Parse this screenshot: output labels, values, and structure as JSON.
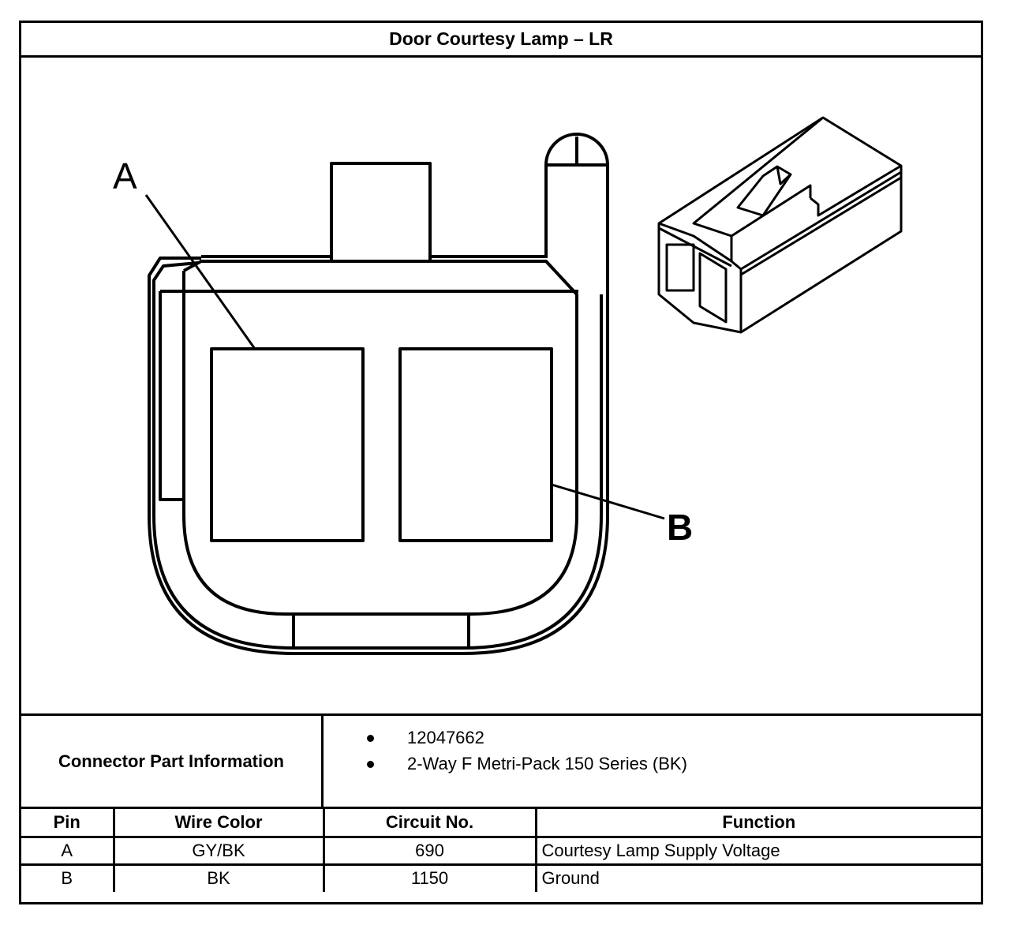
{
  "title": "Door Courtesy Lamp – LR",
  "diagram": {
    "pin_labels": [
      "A",
      "B"
    ],
    "front_view_icon": "connector-face-drawing",
    "iso_view_icon": "connector-isometric-drawing"
  },
  "connector_info": {
    "label": "Connector Part Information",
    "items": [
      "12047662",
      "2-Way F Metri-Pack 150 Series (BK)"
    ]
  },
  "pin_table": {
    "headers": [
      "Pin",
      "Wire Color",
      "Circuit No.",
      "Function"
    ],
    "rows": [
      [
        "A",
        "GY/BK",
        "690",
        "Courtesy Lamp Supply Voltage"
      ],
      [
        "B",
        "BK",
        "1150",
        "Ground"
      ]
    ]
  }
}
